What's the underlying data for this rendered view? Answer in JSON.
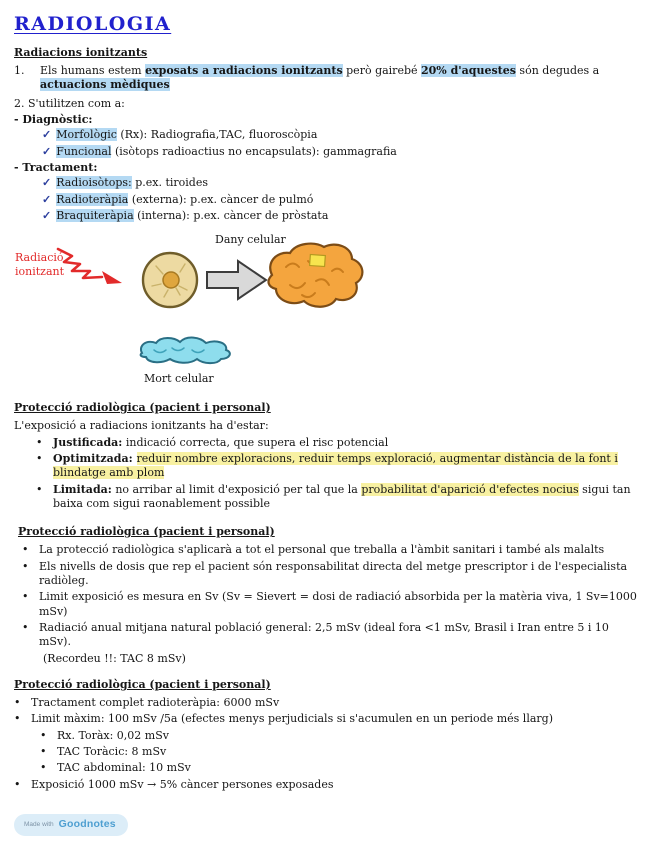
{
  "title": "RADIOLOGIA",
  "glyphs": {
    "bullet": "•"
  },
  "radiacions": {
    "heading": "Radiacions ionitzants",
    "item1_num": "1.",
    "item1": {
      "r0": "Els humans estem ",
      "r1": "exposats a radiacions ionitzants",
      "r2": " però gairebé ",
      "r3": "20% d'aquestes",
      "r4": " són degudes a ",
      "r5": "actuacions mèdiques"
    },
    "item2": "2. S'utilitzen com a:",
    "diagnostic": {
      "heading": "- Diagnòstic:",
      "items": [
        {
          "check": "✓",
          "term": "Morfològic",
          "rest": " (Rx): Radiografia,TAC, fluoroscòpia"
        },
        {
          "check": "✓",
          "term": "Funcional",
          "rest": " (isòtops radioactius no encapsulats): gammagrafia"
        }
      ]
    },
    "tractament": {
      "heading": "- Tractament:",
      "items": [
        {
          "check": "✓",
          "term": "Radioisòtops:",
          "rest": " p.ex. tiroides"
        },
        {
          "check": "✓",
          "term": "Radioteràpia",
          "rest": " (externa): p.ex. càncer de pulmó"
        },
        {
          "check": "✓",
          "term": "Braquiteràpia",
          "rest": " (interna): p.ex. càncer de pròstata"
        }
      ]
    }
  },
  "diagram": {
    "radiacio_line1": "Radiació",
    "radiacio_line2": "ionitzant",
    "dany_label": "Dany celular",
    "mort_label": "Mort celular"
  },
  "proteccio1": {
    "heading": "Protecció radiològica (pacient i personal)",
    "intro": "L'exposició a radiacions ionitzants ha d'estar:",
    "b1": {
      "term": "Justificada:",
      "rest": " indicació correcta, que supera el risc potencial"
    },
    "b2": {
      "term": "Optimitzada: ",
      "hl": "reduir nombre exploracions, reduir temps exploració, augmentar distància de la font i blindatge amb plom"
    },
    "b3": {
      "term": "Limitada:",
      "pre": " no arribar al limit d'exposició per tal que la ",
      "hl": "probabilitat d'aparició d'efectes nocius",
      "post": " sigui tan baixa com sigui raonablement possible"
    }
  },
  "proteccio2": {
    "heading": "Protecció radiològica (pacient i personal)",
    "bullets": [
      "La protecció radiològica s'aplicarà a tot el personal que treballa a l'àmbit sanitari i també als malalts",
      "Els nivells de dosis que rep el pacient són responsabilitat directa del metge prescriptor i de l'especialista radiòleg.",
      "Limit exposició es mesura en Sv (Sv = Sievert = dosi de radiació absorbida per la matèria viva, 1 Sv=1000 mSv)",
      "Radiació anual mitjana natural població general: 2,5 mSv (ideal fora <1 mSv, Brasil i Iran entre 5 i 10 mSv)."
    ],
    "note": "(Recordeu !!: TAC 8 mSv)"
  },
  "proteccio3": {
    "heading": "Protecció radiològica (pacient i personal)",
    "b1": "Tractament complet radioteràpia: 6000 mSv",
    "b2": "Limit màxim: 100 mSv /5a (efectes menys perjudicials si s'acumulen en un periode més llarg)",
    "sub": [
      "Rx. Toràx: 0,02 mSv",
      "TAC Toràcic: 8 mSv",
      "TAC abdominal: 10 mSv"
    ],
    "b3": "Exposició 1000 mSv → 5% càncer persones exposades"
  },
  "footer": {
    "made_with": "Made with",
    "brand": "Goodnotes"
  }
}
